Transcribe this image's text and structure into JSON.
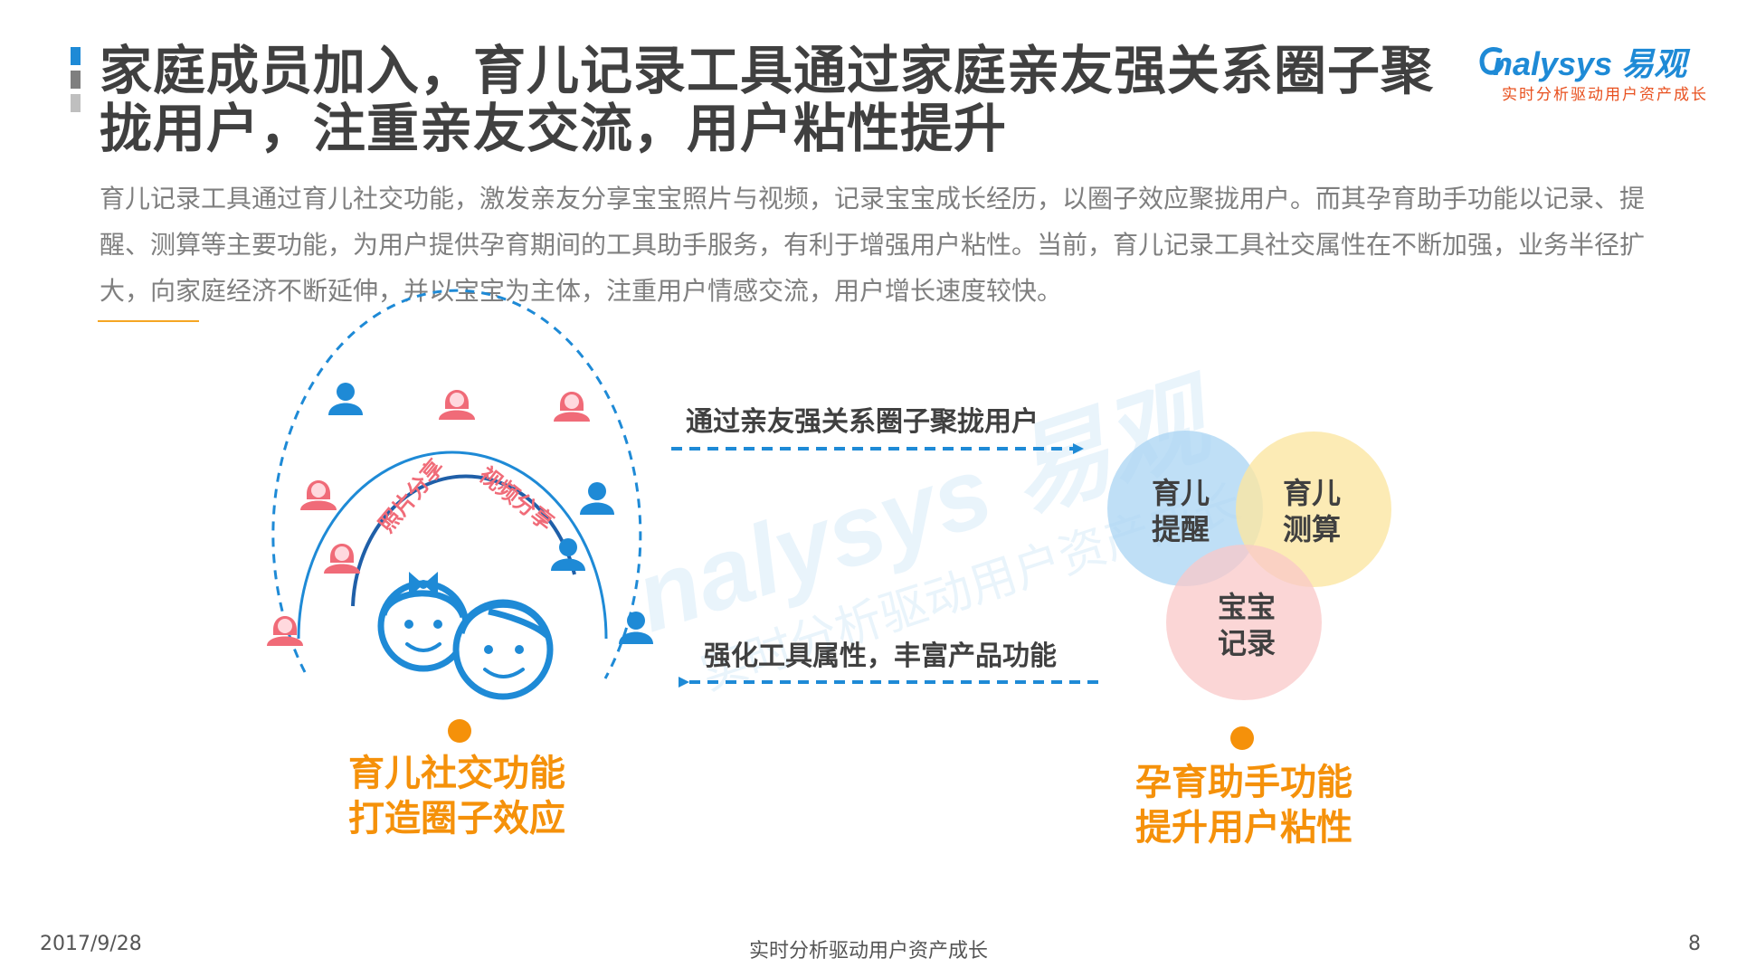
{
  "header": {
    "title": "家庭成员加入，育儿记录工具通过家庭亲友强关系圈子聚拢用户，注重亲友交流，用户粘性提升",
    "accent_colors": [
      "#1e8ad6",
      "#7f7f7f",
      "#bfbfbf"
    ]
  },
  "logo": {
    "brand": "nalysys 易观",
    "slogan": "实时分析驱动用户资产成长",
    "brand_color": "#1e8ad6",
    "slogan_color": "#e8501e"
  },
  "intro": {
    "text": "育儿记录工具通过育儿社交功能，激发亲友分享宝宝照片与视频，记录宝宝成长经历，以圈子效应聚拢用户。而其孕育助手功能以记录、提醒、测算等主要功能，为用户提供孕育期间的工具助手服务，有利于增强用户粘性。当前，育儿记录工具社交属性在不断加强，业务半径扩大，向家庭经济不断延伸，并以宝宝为主体，注重用户情感交流，用户增长速度较快。"
  },
  "diagram": {
    "arc_labels": [
      "照片分享",
      "视频分享"
    ],
    "arrow_top_label": "通过亲友强关系圈子聚拢用户",
    "arrow_bottom_label": "强化工具属性，丰富产品功能",
    "left_caption": [
      "育儿社交功能",
      "打造圈子效应"
    ],
    "right_caption": [
      "孕育助手功能",
      "提升用户粘性"
    ],
    "venn": [
      {
        "label": [
          "育儿",
          "提醒"
        ],
        "color": "#a9d4f3"
      },
      {
        "label": [
          "育儿",
          "测算"
        ],
        "color": "#fbe6a2"
      },
      {
        "label": [
          "宝宝",
          "记录"
        ],
        "color": "#f9c8c8"
      }
    ],
    "colors": {
      "blue": "#1e8ad6",
      "pink": "#f06b78",
      "orange": "#f5910a",
      "dark": "#404040"
    },
    "watermark": {
      "brand": "nalysys 易观",
      "slogan": "实时分析驱动用户资产成长"
    }
  },
  "footer": {
    "date": "2017/9/28",
    "slogan": "实时分析驱动用户资产成长",
    "page": "8"
  }
}
